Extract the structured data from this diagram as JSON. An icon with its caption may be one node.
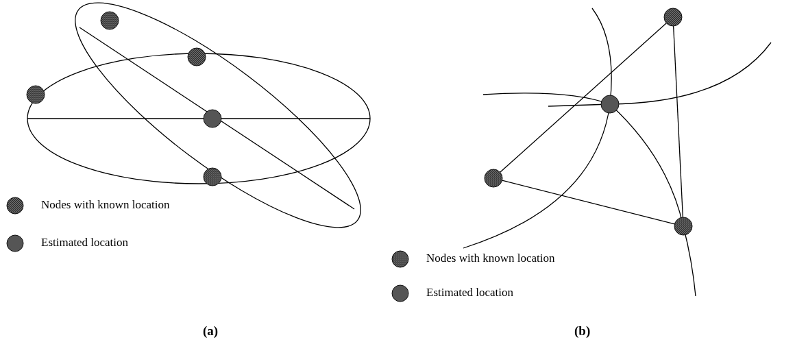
{
  "diagram": {
    "nodes": [
      {
        "text": [],
        "shape": "circle"
      },
      {
        "text": [],
        "shape": "circle"
      },
      {
        "text": [],
        "shape": "circle"
      },
      {
        "text": [],
        "shape": "circle"
      },
      {
        "text": [],
        "shape": "circle"
      },
      {
        "text": [],
        "shape": "circle"
      },
      {
        "text": [],
        "shape": "circle"
      },
      {
        "text": [],
        "shape": "circle"
      },
      {
        "text": [],
        "shape": "circle"
      }
    ],
    "edges": [
      {
        "from": 7,
        "to": 5,
        "arrow": "none"
      },
      {
        "from": 5,
        "to": 8,
        "arrow": "none"
      },
      {
        "from": 7,
        "to": 8,
        "arrow": "none"
      }
    ],
    "labels": [
      "(a)",
      "(b)"
    ],
    "legend": [
      {
        "text": "Nodes with known location"
      },
      {
        "text": "Estimated location"
      },
      {
        "text": "Nodes with known location"
      },
      {
        "text": "Estimated location"
      }
    ]
  }
}
